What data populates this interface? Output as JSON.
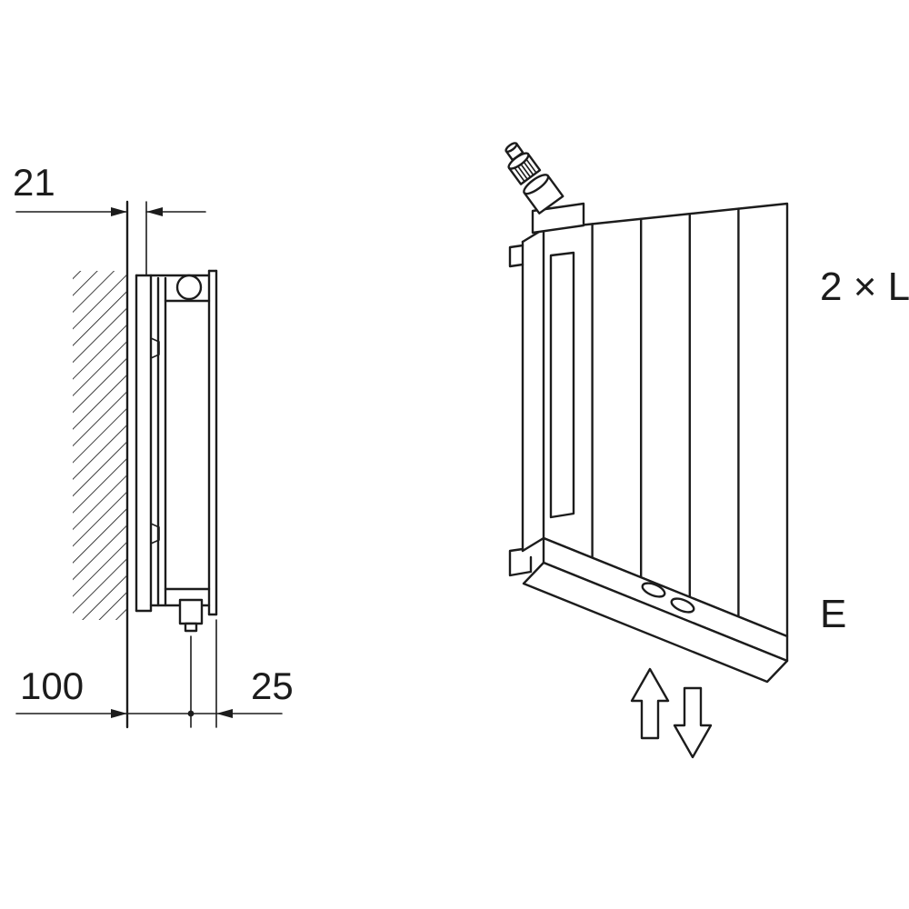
{
  "diagram": {
    "type": "technical-drawing",
    "subject": "radiator wall-mounting dimensions and perspective view",
    "colors": {
      "line": "#1c1c1c",
      "background": "#ffffff"
    },
    "side_view": {
      "dim_top": "21",
      "dim_bottom_left": "100",
      "dim_bottom_right": "25"
    },
    "perspective_view": {
      "label_top_right": "2 × L",
      "label_bottom_right": "E"
    }
  }
}
